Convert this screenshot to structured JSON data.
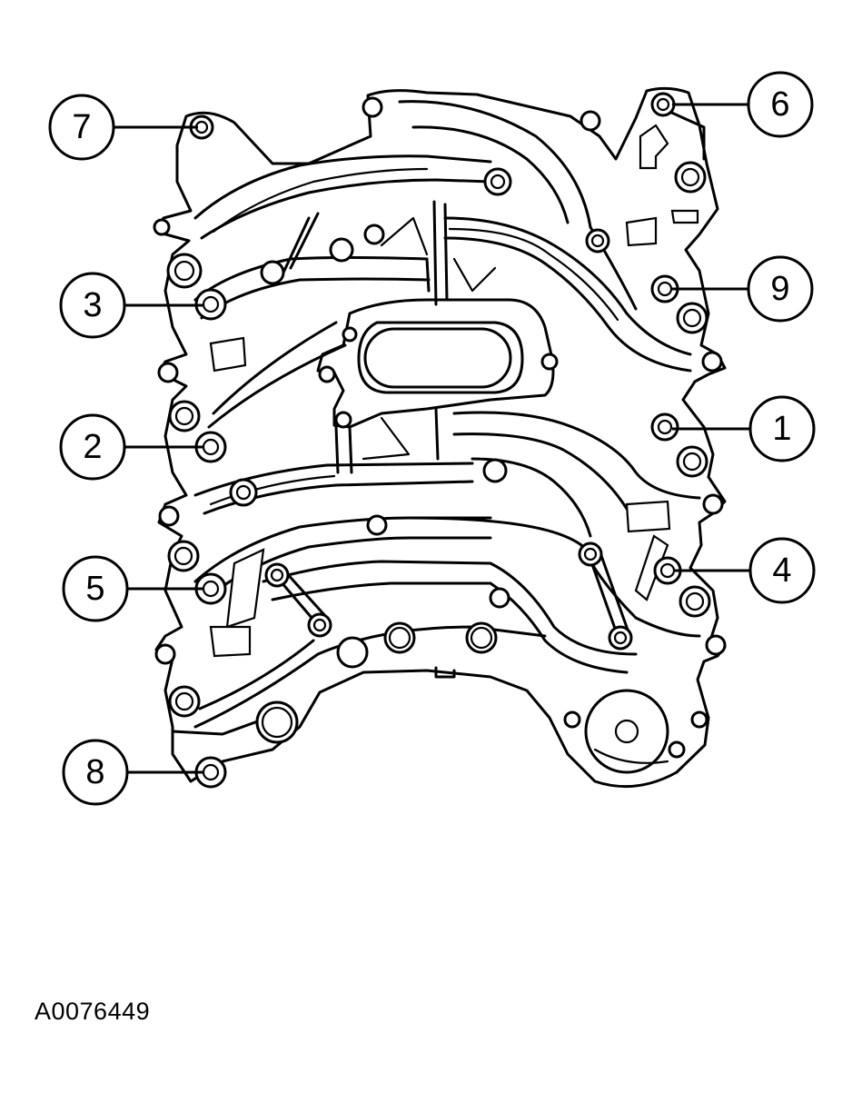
{
  "figure_code": "A0076449",
  "callouts": [
    {
      "label": "7"
    },
    {
      "label": "6"
    },
    {
      "label": "3"
    },
    {
      "label": "9"
    },
    {
      "label": "2"
    },
    {
      "label": "1"
    },
    {
      "label": "5"
    },
    {
      "label": "4"
    },
    {
      "label": "8"
    }
  ]
}
